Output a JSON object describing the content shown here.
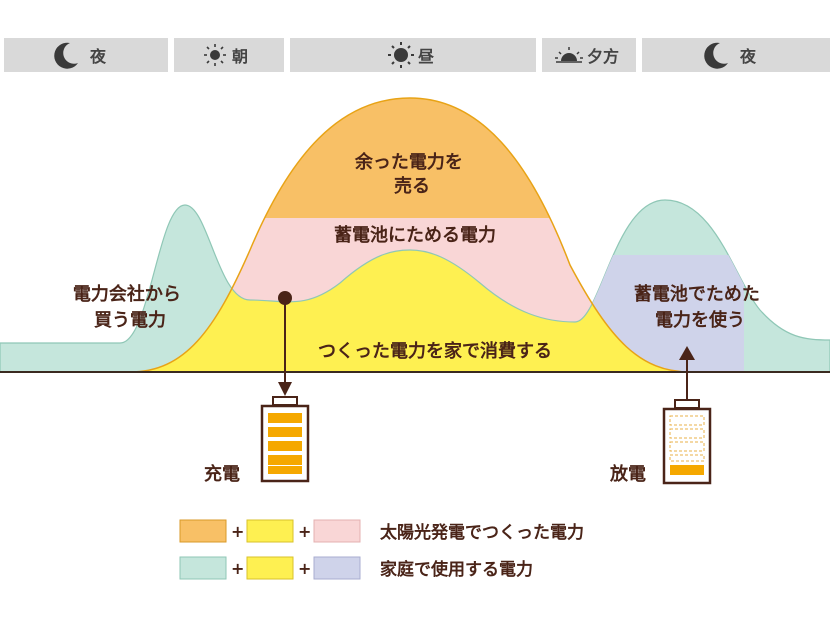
{
  "time_bar": {
    "segments": [
      {
        "label": "夜",
        "icon": "crescent-moon-icon"
      },
      {
        "label": "朝",
        "icon": "small-sun-icon"
      },
      {
        "label": "昼",
        "icon": "sun-icon"
      },
      {
        "label": "夕方",
        "icon": "sunset-icon"
      },
      {
        "label": "夜",
        "icon": "crescent-moon-icon"
      }
    ]
  },
  "regions": {
    "sell": [
      "余った電力を",
      "売る"
    ],
    "store": "蓄電池にためる電力",
    "buy": [
      "電力会社から",
      "買う電力"
    ],
    "self_consume": "つくった電力を家で消費する",
    "battery_use": [
      "蓄電池でためた",
      "電力を使う"
    ]
  },
  "batteries": {
    "charge": "充電",
    "discharge": "放電"
  },
  "legend": {
    "plus": "+",
    "row1_label": "太陽光発電でつくった電力",
    "row2_label": "家庭で使用する電力"
  },
  "colors": {
    "sell": "#f8c066",
    "store": "#f9d6d6",
    "self_consume": "#fef051",
    "grid_purchase": "#c5e6dc",
    "battery_use": "#cfd3ea",
    "tab_bg": "#d9d9d9",
    "text": "#4a2418",
    "battery_fill": "#f5a800"
  }
}
